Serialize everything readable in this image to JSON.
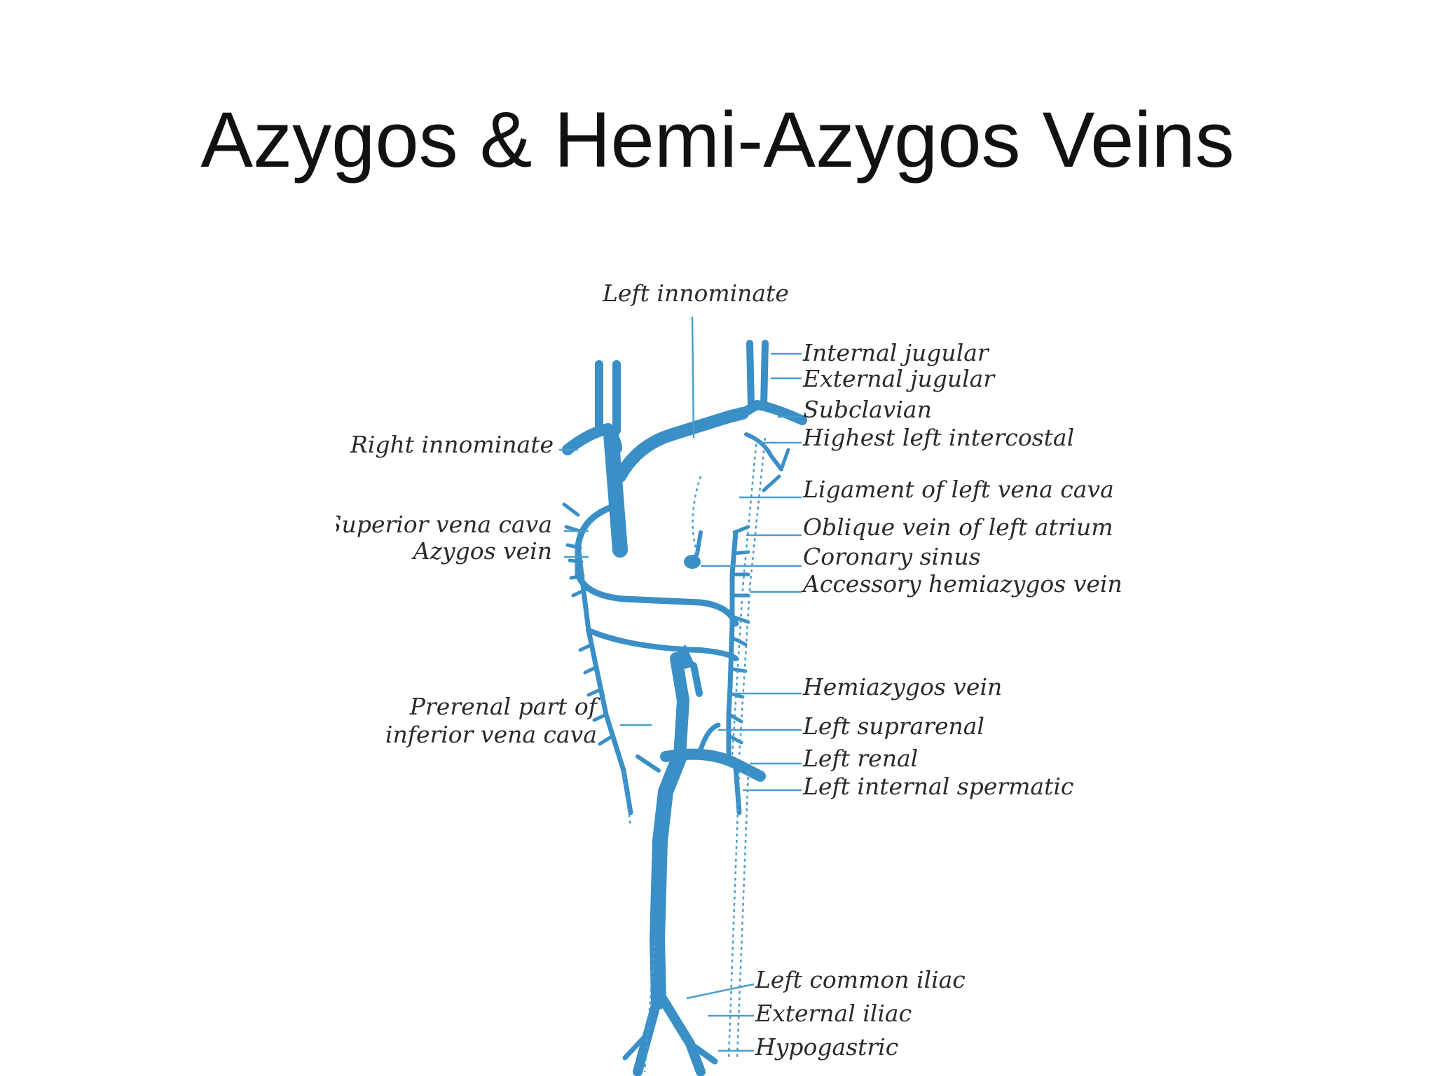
{
  "slide": {
    "title": "Azygos & Hemi-Azygos Veins"
  },
  "diagram": {
    "vein_color": "#3a8fc6",
    "labels": {
      "left_innominate": "Left innominate",
      "internal_jugular": "Internal jugular",
      "external_jugular": "External jugular",
      "subclavian": "Subclavian",
      "highest_left_intercostal": "Highest left intercostal",
      "right_innominate": "Right innominate",
      "ligament_left_vena_cava": "Ligament of left vena cava",
      "superior_vena_cava": "Superior vena cava",
      "oblique_vein_left_atrium": "Oblique vein of left atrium",
      "azygos_vein": "Azygos vein",
      "coronary_sinus": "Coronary sinus",
      "accessory_hemiazygos_vein": "Accessory hemiazygos vein",
      "hemiazygos_vein": "Hemiazygos vein",
      "prerenal_line1": "Prerenal part of",
      "prerenal_line2": "inferior vena cava",
      "left_suprarenal": "Left suprarenal",
      "left_renal": "Left renal",
      "left_internal_spermatic": "Left internal spermatic",
      "left_common_iliac": "Left common iliac",
      "external_iliac": "External iliac",
      "hypogastric": "Hypogastric"
    }
  }
}
